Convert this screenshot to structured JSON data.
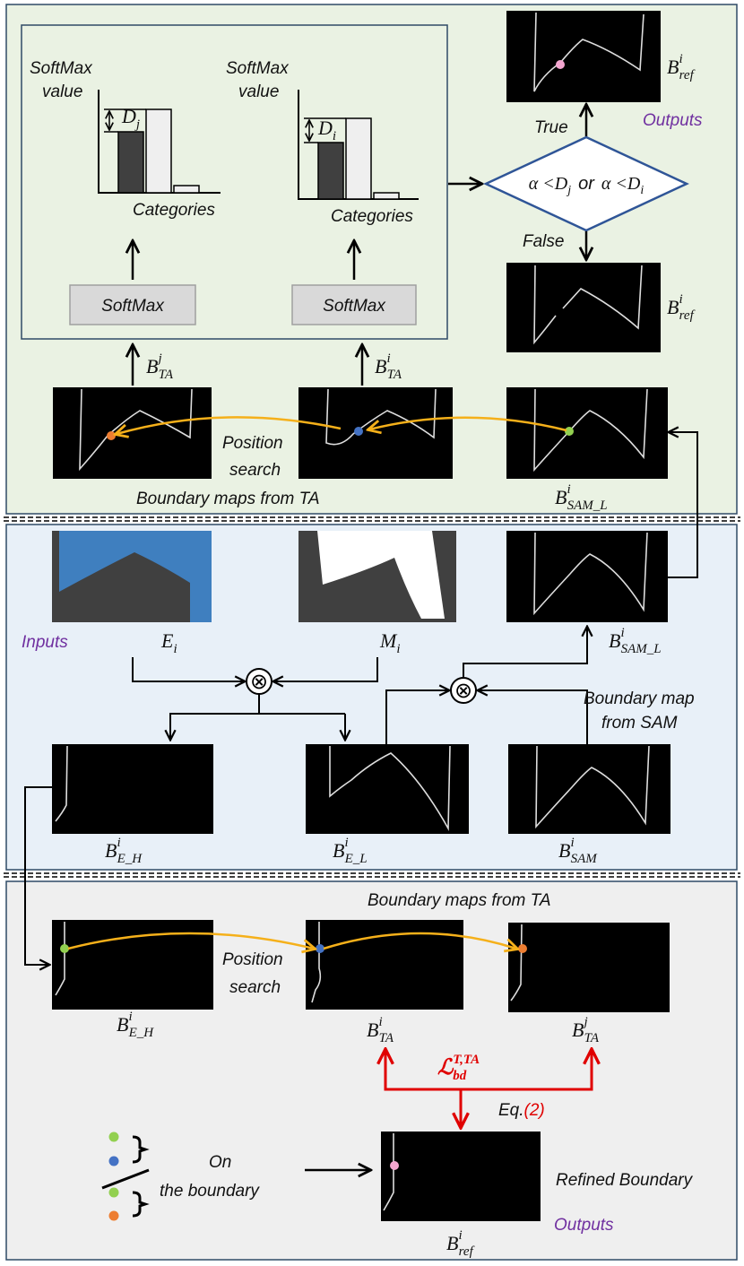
{
  "sections": {
    "top": {
      "softmax_panel": {
        "ylabel_line1": "SoftMax",
        "ylabel_line2": "value",
        "xlabel": "Categories",
        "left_gap": {
          "base": "D",
          "sub": "j"
        },
        "right_gap": {
          "base": "D",
          "sub": "i"
        },
        "softmax_box_label": "SoftMax"
      },
      "decision": {
        "condition_text": "α <D_j  or  α <D_i",
        "cond_a_base": "α <D",
        "cond_a_sub": "j",
        "or_word": "or",
        "cond_b_base": "α <D",
        "cond_b_sub": "i",
        "true_label": "True",
        "false_label": "False"
      },
      "outputs_label": "Outputs",
      "maps": {
        "b_ref_top": {
          "base": "B",
          "sup": "i",
          "sub": "ref"
        },
        "b_ref_bottom": {
          "base": "B",
          "sup": "i",
          "sub": "ref"
        },
        "b_ta_j": {
          "base": "B",
          "sup": "j",
          "sub": "TA"
        },
        "b_ta_i": {
          "base": "B",
          "sup": "i",
          "sub": "TA"
        },
        "b_sam_l": {
          "base": "B",
          "sup": "i",
          "sub": "SAM_L"
        }
      },
      "position_search_line1": "Position",
      "position_search_line2": "search",
      "caption": "Boundary maps from TA"
    },
    "middle": {
      "inputs_label": "Inputs",
      "e_i": {
        "base": "E",
        "sub": "i"
      },
      "m_i": {
        "base": "M",
        "sub": "i"
      },
      "b_sam_l": {
        "base": "B",
        "sup": "i",
        "sub": "SAM_L"
      },
      "boundary_map_from_sam_line1": "Boundary map",
      "boundary_map_from_sam_line2": "from SAM",
      "b_e_h": {
        "base": "B",
        "sup": "i",
        "sub": "E_H"
      },
      "b_e_l": {
        "base": "B",
        "sup": "i",
        "sub": "E_L"
      },
      "b_sam": {
        "base": "B",
        "sup": "i",
        "sub": "SAM"
      },
      "multiply_symbol": "⊗"
    },
    "bottom": {
      "caption": "Boundary maps from TA",
      "position_search_line1": "Position",
      "position_search_line2": "search",
      "b_e_h": {
        "base": "B",
        "sup": "i",
        "sub": "E_H"
      },
      "b_ta_i": {
        "base": "B",
        "sup": "i",
        "sub": "TA"
      },
      "b_ta_j": {
        "base": "B",
        "sup": "j",
        "sub": "TA"
      },
      "loss": {
        "base": "ℒ",
        "sup": "T,TA",
        "sub": "bd"
      },
      "eq_prefix": "Eq.",
      "eq_number": "(2)",
      "on_line1": "On",
      "on_line2": "the boundary",
      "refined_boundary": "Refined Boundary",
      "outputs_label": "Outputs",
      "b_ref": {
        "base": "B",
        "sup": "i",
        "sub": "ref"
      }
    }
  },
  "colors": {
    "top_panel_bg": "#eaf2e3",
    "middle_panel_bg": "#e8f0f8",
    "bottom_panel_bg": "#efefef",
    "panel_border": "#2f4a66",
    "diamond_stroke": "#2f5597",
    "arc_color": "#f5b01a",
    "red_arrow": "#e00000",
    "outputs_purple": "#7030a0",
    "dot_green": "#92d050",
    "dot_blue": "#4472c4",
    "dot_orange": "#ed7d31",
    "dot_pink": "#f4a6d0",
    "input_blue": "#3f7fbf",
    "input_gray": "#404040"
  }
}
